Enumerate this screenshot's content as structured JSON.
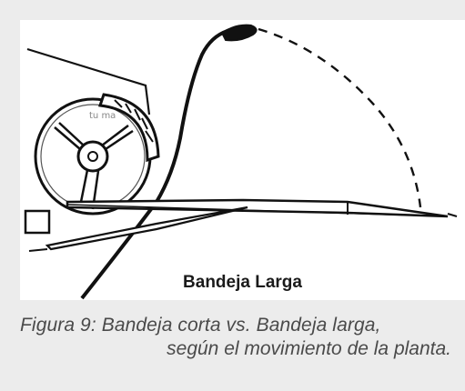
{
  "figure": {
    "panel_label": "Bandeja Larga",
    "caption_line1": "Figura 9: Bandeja corta vs. Bandeja larga,",
    "caption_line2": "según el movimiento de la planta."
  },
  "colors": {
    "background": "#ececec",
    "illustration_background": "#ffffff",
    "ink": "#111111",
    "caption_text": "#4a4a4a"
  }
}
